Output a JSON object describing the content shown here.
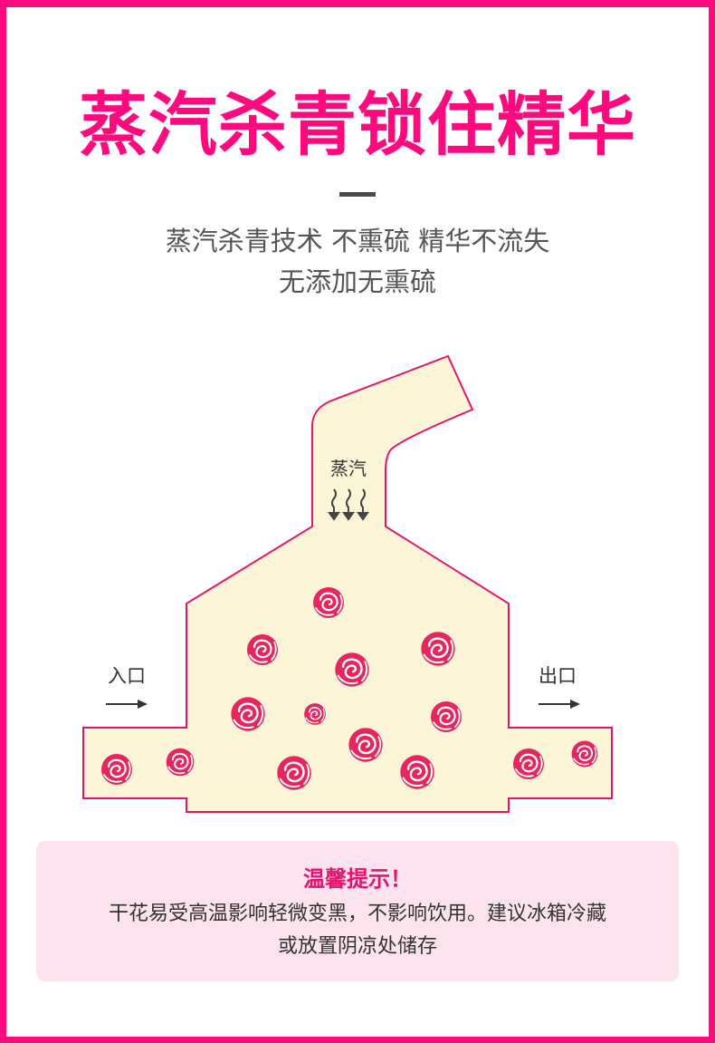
{
  "header": {
    "title": "蒸汽杀青锁住精华",
    "subtitle_line1": "蒸汽杀青技术 不熏硫 精华不流失",
    "subtitle_line2": "无添加无熏硫"
  },
  "diagram": {
    "steam_label": "蒸汽",
    "inlet_label": "入口",
    "outlet_label": "出口",
    "chamber_color": "#fdf5d8",
    "pipe_outline_color": "#e8146c",
    "rose_color": "#e8265e",
    "icons": [
      "steam-arrows-icon",
      "right-arrow-icon",
      "rose-icon"
    ]
  },
  "tip": {
    "title": "温馨提示！",
    "line1": "干花易受高温影响轻微变黑，不影响饮用。建议冰箱冷藏",
    "line2": "或放置阴凉处储存"
  },
  "colors": {
    "accent": "#ff0a7e",
    "tip_background": "#fde3ee"
  }
}
